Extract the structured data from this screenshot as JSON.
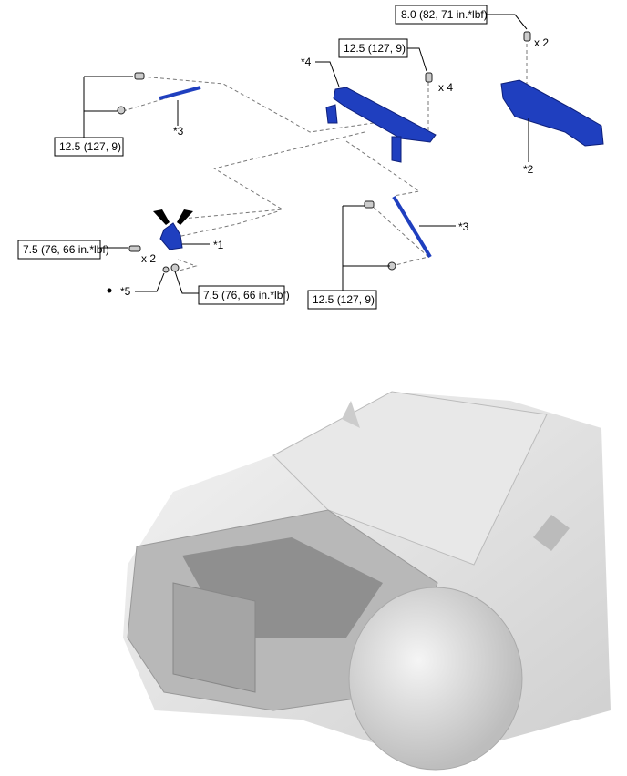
{
  "callouts": {
    "torque_top_right": "8.0 (82, 71 in.*lbf)",
    "qty_top_right": "x 2",
    "torque_rail_bolt": "12.5 (127, 9)",
    "qty_rail_bolt": "x 4",
    "label_4": "*4",
    "label_2": "*2",
    "torque_left_strut": "12.5 (127, 9)",
    "label_3_left": "*3",
    "torque_lock_bolt": "7.5 (76, 66 in.*lbf)",
    "qty_lock_bolt": "x 2",
    "label_1": "*1",
    "label_5": "*5",
    "torque_lock_nut": "7.5 (76, 66 in.*lbf)",
    "label_3_right": "*3",
    "torque_right_strut": "12.5 (127, 9)"
  },
  "colors": {
    "part": "#1f3fbf",
    "leader": "#000000"
  }
}
